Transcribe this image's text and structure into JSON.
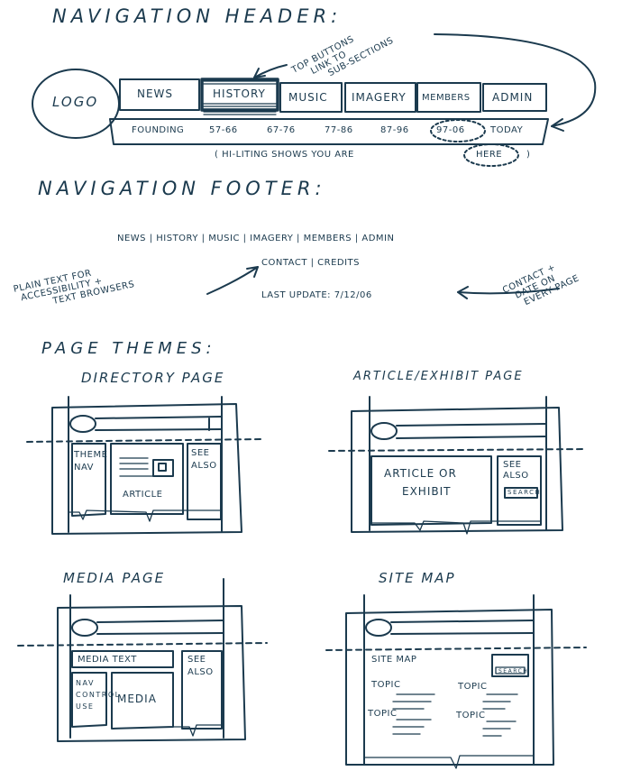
{
  "colors": {
    "ink": "#1b3a4e",
    "paper": "#ffffff"
  },
  "header_section": {
    "title": "Navigation Header:",
    "logo": "Logo",
    "buttons": [
      "News",
      "History",
      "Music",
      "Imagery",
      "Members",
      "Admin"
    ],
    "highlighted_button": "History",
    "eras": [
      "Founding",
      "57-66",
      "67-76",
      "77-86",
      "87-96",
      "97-06",
      "Today"
    ],
    "highlighted_era": "97-06",
    "annotation_top": [
      "Top buttons",
      "link to",
      "sub-sections"
    ],
    "hilite_note_prefix": "( Hi-liting shows you are",
    "hilite_note_here": "Here",
    "hilite_note_suffix": ")"
  },
  "footer_section": {
    "title": "Navigation Footer:",
    "links_line": "News | History | Music | Imagery | Members | Admin",
    "contact_line": "Contact | Credits",
    "update_line": "Last update: 7/12/06",
    "note_left": [
      "Plain text for",
      "accessibility +",
      "text browsers"
    ],
    "note_right": [
      "Contact +",
      "date on",
      "every page"
    ]
  },
  "themes_section": {
    "title": "Page Themes:",
    "directory": {
      "title": "Directory Page",
      "theme_nav": [
        "Theme",
        "Nav"
      ],
      "article": "Article",
      "see_also": [
        "See",
        "also"
      ]
    },
    "article": {
      "title": "Article/exhibit page",
      "body": [
        "Article or",
        "exhibit"
      ],
      "see_also": [
        "See",
        "also"
      ],
      "search": "Search"
    },
    "media": {
      "title": "Media page",
      "media_text": "Media text",
      "nav": [
        "Nav",
        "control",
        "use"
      ],
      "media": "Media",
      "see_also": [
        "See",
        "also"
      ]
    },
    "sitemap": {
      "title": "Site map",
      "heading": "Site map",
      "search": "Search",
      "topics": [
        "Topic",
        "Topic",
        "Topic",
        "Topic"
      ]
    }
  }
}
